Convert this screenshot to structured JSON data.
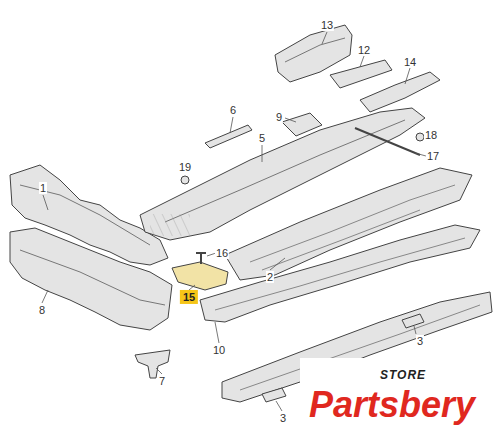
{
  "diagram": {
    "labels": [
      "13",
      "12",
      "14",
      "6",
      "9",
      "18",
      "17",
      "19",
      "5",
      "1",
      "16",
      "2",
      "8",
      "15",
      "10",
      "3",
      "7",
      "3",
      "STORE",
      "Partsbery"
    ]
  }
}
